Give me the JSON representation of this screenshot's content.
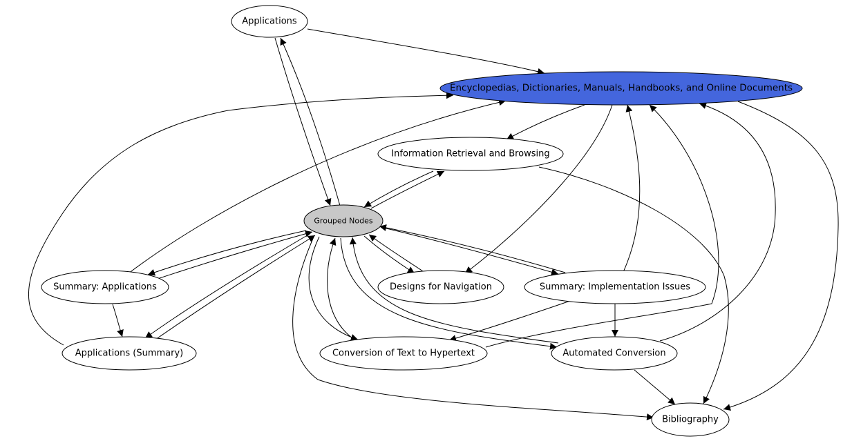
{
  "nodes": {
    "applications": {
      "label": "Applications"
    },
    "encyclopedias": {
      "label": "Encyclopedias, Dictionaries, Manuals, Handbooks, and Online Documents",
      "fill": "#4466dd"
    },
    "info_retrieval": {
      "label": "Information Retrieval and Browsing"
    },
    "grouped": {
      "label": "Grouped Nodes",
      "fill": "#c8c8c8"
    },
    "summary_apps": {
      "label": "Summary: Applications"
    },
    "designs_nav": {
      "label": "Designs for Navigation"
    },
    "summary_impl": {
      "label": "Summary: Implementation Issues"
    },
    "apps_summary": {
      "label": "Applications (Summary)"
    },
    "conversion": {
      "label": "Conversion of Text to Hypertext"
    },
    "automated": {
      "label": "Automated Conversion"
    },
    "bibliography": {
      "label": "Bibliography"
    }
  },
  "colors": {
    "default_fill": "#ffffff",
    "stroke": "#000000"
  }
}
